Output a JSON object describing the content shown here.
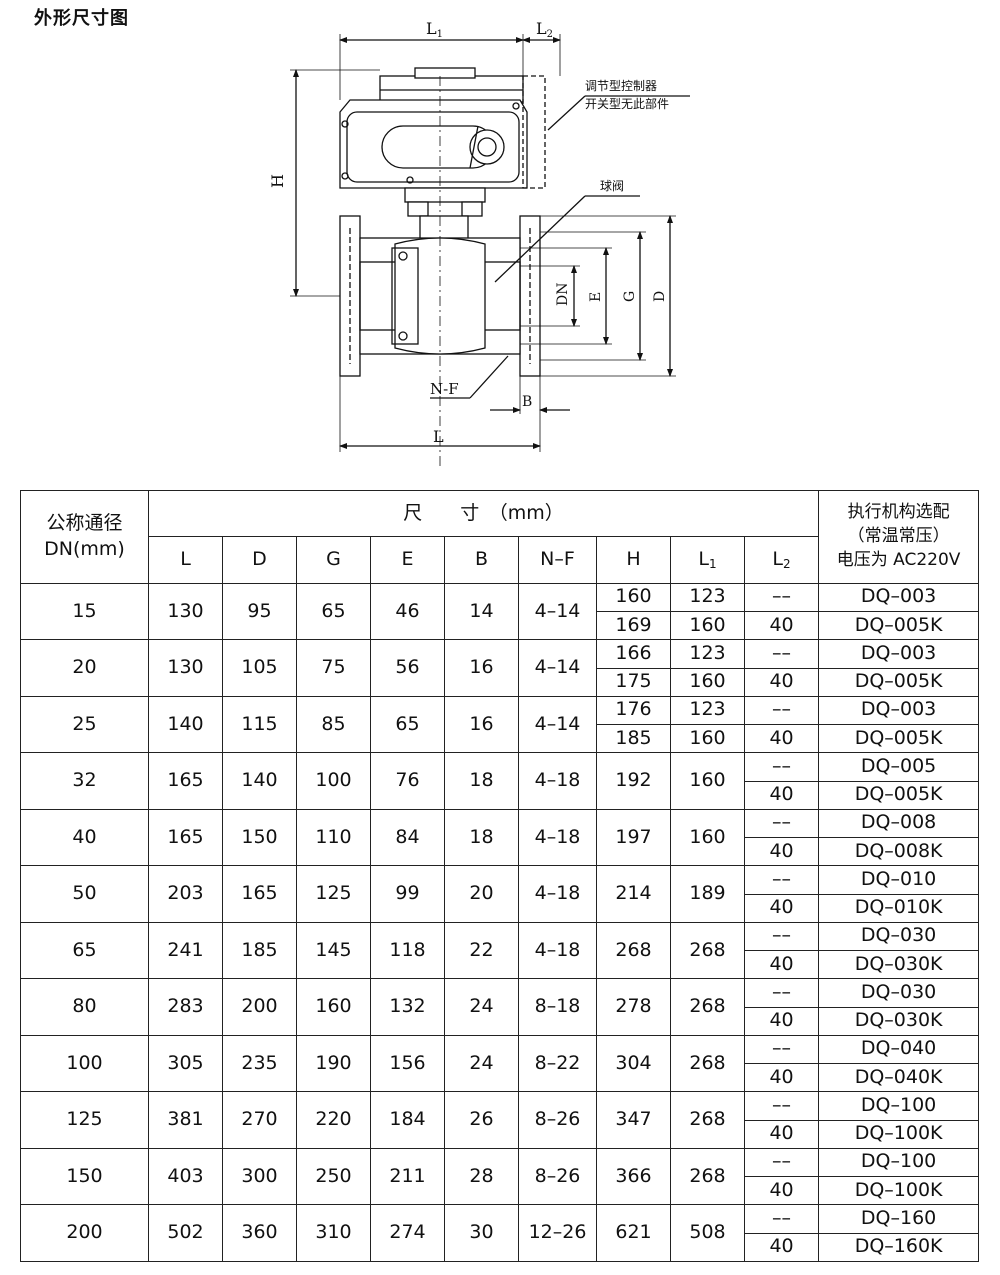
{
  "page": {
    "title": "外形尺寸图"
  },
  "drawing": {
    "dimension_labels": {
      "L1": "L",
      "L1_sub": "1",
      "L2": "L",
      "L2_sub": "2",
      "H": "H",
      "DN": "DN",
      "E": "E",
      "G": "G",
      "D": "D",
      "NF": "N-F",
      "B": "B",
      "L": "L"
    },
    "notes": {
      "controller_line1": "调节型控制器",
      "controller_line2": "开关型无此部件",
      "ball_valve": "球阀"
    }
  },
  "table": {
    "header": {
      "dn_line1": "公称通径",
      "dn_line2": "DN(mm)",
      "dimension_group": "尺　　寸　（mm）",
      "selection_line1": "执行机构选配",
      "selection_line2": "（常温常压）",
      "selection_line3": "电压为 AC220V",
      "columns": [
        "L",
        "D",
        "G",
        "E",
        "B",
        "N–F",
        "H",
        "L1",
        "L2"
      ]
    },
    "rows": [
      {
        "dn": "15",
        "L": "130",
        "D": "95",
        "G": "65",
        "E": "46",
        "B": "14",
        "NF": "4–14",
        "H": [
          "160",
          "169"
        ],
        "L1": [
          "123",
          "160"
        ],
        "L2": [
          "––",
          "40"
        ],
        "model": [
          "DQ–003",
          "DQ–005K"
        ]
      },
      {
        "dn": "20",
        "L": "130",
        "D": "105",
        "G": "75",
        "E": "56",
        "B": "16",
        "NF": "4–14",
        "H": [
          "166",
          "175"
        ],
        "L1": [
          "123",
          "160"
        ],
        "L2": [
          "––",
          "40"
        ],
        "model": [
          "DQ–003",
          "DQ–005K"
        ]
      },
      {
        "dn": "25",
        "L": "140",
        "D": "115",
        "G": "85",
        "E": "65",
        "B": "16",
        "NF": "4–14",
        "H": [
          "176",
          "185"
        ],
        "L1": [
          "123",
          "160"
        ],
        "L2": [
          "––",
          "40"
        ],
        "model": [
          "DQ–003",
          "DQ–005K"
        ]
      },
      {
        "dn": "32",
        "L": "165",
        "D": "140",
        "G": "100",
        "E": "76",
        "B": "18",
        "NF": "4–18",
        "H": [
          "192"
        ],
        "L1": [
          "160"
        ],
        "L2": [
          "––",
          "40"
        ],
        "model": [
          "DQ–005",
          "DQ–005K"
        ]
      },
      {
        "dn": "40",
        "L": "165",
        "D": "150",
        "G": "110",
        "E": "84",
        "B": "18",
        "NF": "4–18",
        "H": [
          "197"
        ],
        "L1": [
          "160"
        ],
        "L2": [
          "––",
          "40"
        ],
        "model": [
          "DQ–008",
          "DQ–008K"
        ]
      },
      {
        "dn": "50",
        "L": "203",
        "D": "165",
        "G": "125",
        "E": "99",
        "B": "20",
        "NF": "4–18",
        "H": [
          "214"
        ],
        "L1": [
          "189"
        ],
        "L2": [
          "––",
          "40"
        ],
        "model": [
          "DQ–010",
          "DQ–010K"
        ]
      },
      {
        "dn": "65",
        "L": "241",
        "D": "185",
        "G": "145",
        "E": "118",
        "B": "22",
        "NF": "4–18",
        "H": [
          "268"
        ],
        "L1": [
          "268"
        ],
        "L2": [
          "––",
          "40"
        ],
        "model": [
          "DQ–030",
          "DQ–030K"
        ]
      },
      {
        "dn": "80",
        "L": "283",
        "D": "200",
        "G": "160",
        "E": "132",
        "B": "24",
        "NF": "8–18",
        "H": [
          "278"
        ],
        "L1": [
          "268"
        ],
        "L2": [
          "––",
          "40"
        ],
        "model": [
          "DQ–030",
          "DQ–030K"
        ]
      },
      {
        "dn": "100",
        "L": "305",
        "D": "235",
        "G": "190",
        "E": "156",
        "B": "24",
        "NF": "8–22",
        "H": [
          "304"
        ],
        "L1": [
          "268"
        ],
        "L2": [
          "––",
          "40"
        ],
        "model": [
          "DQ–040",
          "DQ–040K"
        ]
      },
      {
        "dn": "125",
        "L": "381",
        "D": "270",
        "G": "220",
        "E": "184",
        "B": "26",
        "NF": "8–26",
        "H": [
          "347"
        ],
        "L1": [
          "268"
        ],
        "L2": [
          "––",
          "40"
        ],
        "model": [
          "DQ–100",
          "DQ–100K"
        ]
      },
      {
        "dn": "150",
        "L": "403",
        "D": "300",
        "G": "250",
        "E": "211",
        "B": "28",
        "NF": "8–26",
        "H": [
          "366"
        ],
        "L1": [
          "268"
        ],
        "L2": [
          "––",
          "40"
        ],
        "model": [
          "DQ–100",
          "DQ–100K"
        ]
      },
      {
        "dn": "200",
        "L": "502",
        "D": "360",
        "G": "310",
        "E": "274",
        "B": "30",
        "NF": "12–26",
        "H": [
          "621"
        ],
        "L1": [
          "508"
        ],
        "L2": [
          "––",
          "40"
        ],
        "model": [
          "DQ–160",
          "DQ–160K"
        ]
      }
    ]
  }
}
